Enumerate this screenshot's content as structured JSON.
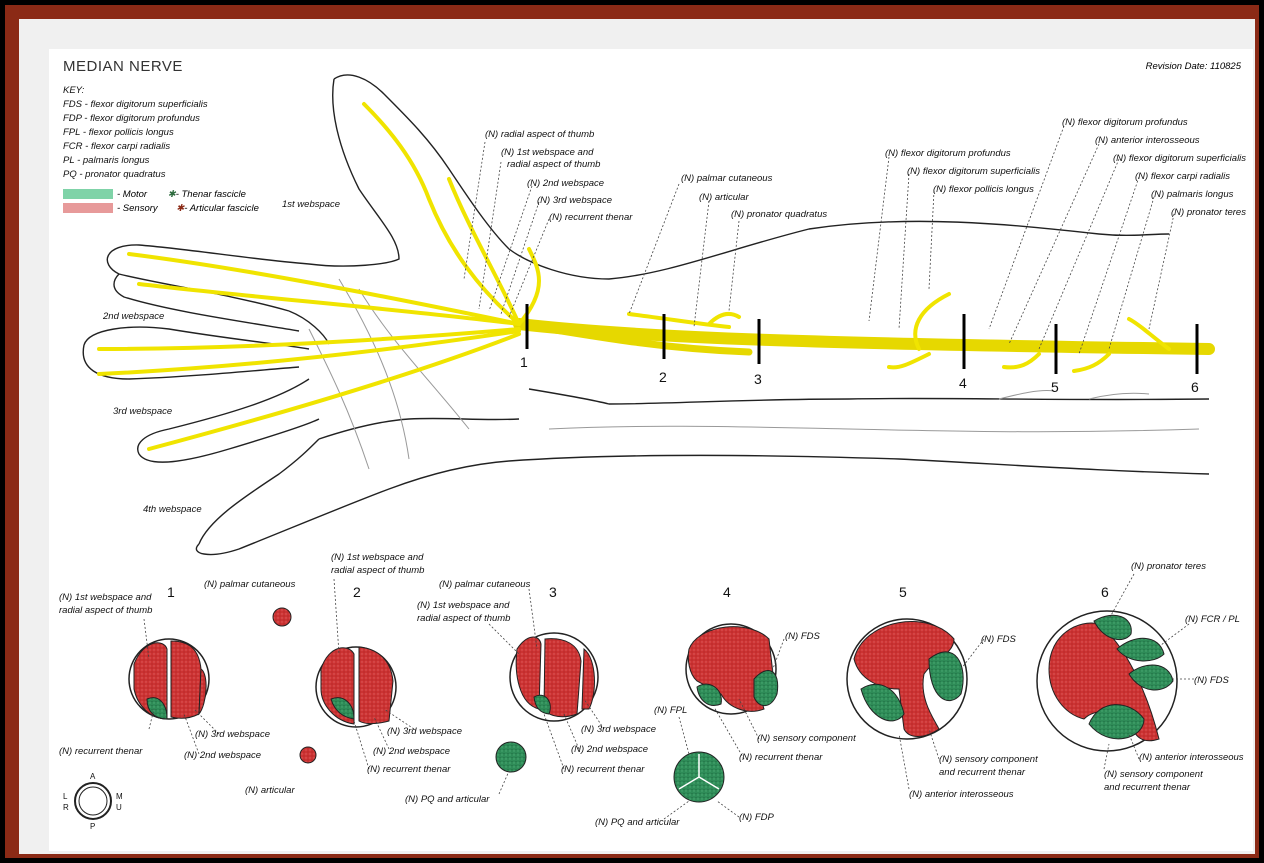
{
  "title": "MEDIAN NERVE",
  "revision": "Revision Date: 110825",
  "key": {
    "heading": "KEY:",
    "items": [
      "FDS - flexor digitorum superficialis",
      "FDP - flexor digitorum profundus",
      "FPL - flexor pollicis longus",
      "FCR - flexor carpi radialis",
      "PL - palmaris longus",
      "PQ - pronator quadratus"
    ]
  },
  "legend": {
    "motor": "- Motor",
    "sensory": "- Sensory",
    "thenar": "- Thenar fascicle",
    "articular": "- Articular fascicle",
    "motor_color": "#7fd3a8",
    "sensory_color": "#e79a9a"
  },
  "colors": {
    "nerve": "#f2e600",
    "sensory_fill": "#cc3333",
    "motor_fill": "#2e8b57",
    "frame": "#8b2a16"
  },
  "arm_labels": {
    "w1": "1st webspace",
    "w2": "2nd webspace",
    "w3": "3rd webspace",
    "w4": "4th webspace",
    "radial_thumb": "(N) radial aspect of thumb",
    "web1_radial_a": "(N) 1st webspace and",
    "web1_radial_b": "radial aspect of thumb",
    "web2": "(N) 2nd webspace",
    "web3": "(N) 3rd webspace",
    "recurrent": "(N) recurrent thenar",
    "palmar": "(N) palmar cutaneous",
    "articular": "(N) articular",
    "pq": "(N) pronator quadratus",
    "fdp_l": "(N) flexor digitorum profundus",
    "fds_l": "(N) flexor digitorum superficialis",
    "fpl_l": "(N) flexor pollicis longus",
    "fdp_r": "(N) flexor digitorum profundus",
    "ai": "(N) anterior interosseous",
    "fds_r": "(N) flexor digitorum superficialis",
    "fcr": "(N) flexor carpi radialis",
    "pl": "(N) palmaris longus",
    "pt": "(N) pronator teres"
  },
  "level_numbers": [
    "1",
    "2",
    "3",
    "4",
    "5",
    "6"
  ],
  "cross_sections": {
    "s1": {
      "num": "1",
      "a": "(N) 1st webspace and",
      "b": "radial aspect of thumb",
      "rec": "(N) recurrent thenar",
      "w3": "(N) 3rd webspace",
      "w2": "(N) 2nd webspace",
      "palmar": "(N) palmar cutaneous",
      "art": "(N) articular"
    },
    "s2": {
      "num": "2",
      "a": "(N) 1st webspace and",
      "b": "radial aspect of thumb",
      "w3": "(N) 3rd webspace",
      "w2": "(N) 2nd webspace",
      "rec": "(N) recurrent thenar"
    },
    "s3": {
      "num": "3",
      "palmar": "(N) palmar cutaneous",
      "a": "(N) 1st webspace and",
      "b": "radial aspect of thumb",
      "w3": "(N) 3rd webspace",
      "w2": "(N) 2nd webspace",
      "rec": "(N) recurrent thenar",
      "pq": "(N) PQ and articular"
    },
    "s4": {
      "num": "4",
      "fds": "(N) FDS",
      "fpl": "(N) FPL",
      "sens": "(N) sensory component",
      "rec": "(N) recurrent thenar",
      "pq": "(N) PQ and articular",
      "fdp": "(N) FDP"
    },
    "s5": {
      "num": "5",
      "fds": "(N) FDS",
      "sc_a": "(N) sensory component",
      "sc_b": "and recurrent thenar",
      "ai": "(N) anterior interosseous"
    },
    "s6": {
      "num": "6",
      "pt": "(N) pronator teres",
      "fcr": "(N) FCR / PL",
      "fds": "(N) FDS",
      "ai": "(N) anterior interosseous",
      "sc_a": "(N) sensory component",
      "sc_b": "and recurrent thenar"
    }
  },
  "orientation": {
    "a": "A",
    "p": "P",
    "l": "L",
    "r": "R",
    "m": "M",
    "u": "U"
  }
}
